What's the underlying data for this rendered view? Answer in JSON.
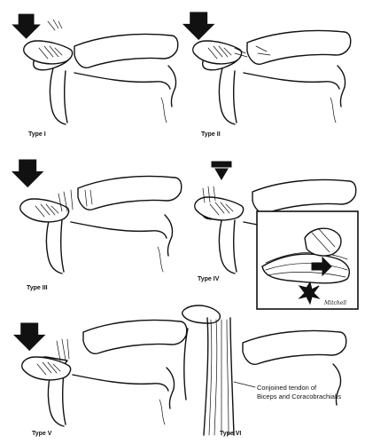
{
  "panels": [
    {
      "id": "type-1",
      "label": "Type I"
    },
    {
      "id": "type-2",
      "label": "Type II"
    },
    {
      "id": "type-3",
      "label": "Type III"
    },
    {
      "id": "type-4",
      "label": "Type IV"
    },
    {
      "id": "type-5",
      "label": "Type V"
    },
    {
      "id": "type-6",
      "label": "Type VI"
    }
  ],
  "callout": {
    "line1": "Conjoined tendon of",
    "line2": "Biceps and Coracobrachialis"
  },
  "inset_signature": "Mitchell",
  "colors": {
    "ink": "#111111",
    "paper": "#ffffff"
  }
}
